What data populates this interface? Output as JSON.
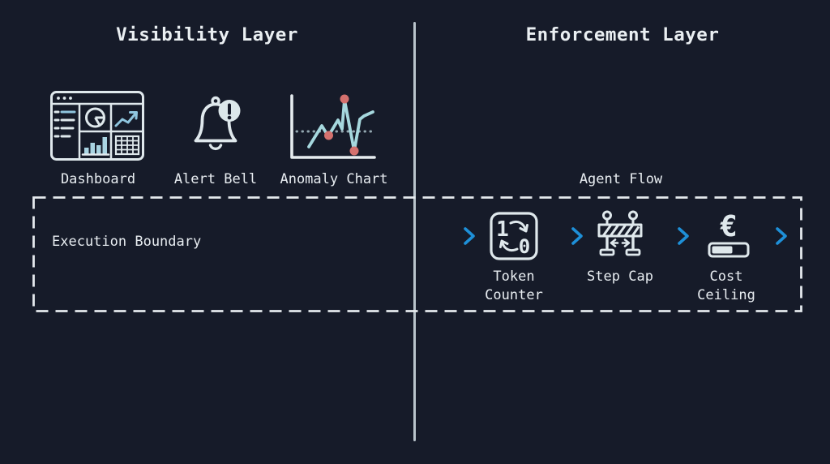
{
  "colors": {
    "background": "#161b29",
    "text": "#e8edf1",
    "icon_stroke": "#dfe8ec",
    "divider": "#b9c4cb",
    "dashed_border": "#e4e9ed",
    "arrow_blue": "#1e90d8",
    "arrow_blue_light": "#6fbade",
    "icon_accent_blue": "#8fc5de",
    "icon_bar_fill": "#a9d4e2",
    "anomaly_line": "#a6d8de",
    "anomaly_dot_red": "#d4716e",
    "badge_fill": "#dce7ea"
  },
  "visibility_layer": {
    "title": "Visibility Layer",
    "items": [
      {
        "icon": "dashboard-icon",
        "label": "Dashboard"
      },
      {
        "icon": "alert-bell-icon",
        "label": "Alert Bell"
      },
      {
        "icon": "anomaly-chart-icon",
        "label": "Anomaly Chart"
      }
    ]
  },
  "enforcement_layer": {
    "title": "Enforcement Layer",
    "flow_label": "Agent Flow",
    "steps": [
      {
        "name": "token-counter",
        "label_lines": [
          "Token",
          "Counter"
        ],
        "icon_digits": {
          "from": "1",
          "to": "0"
        }
      },
      {
        "name": "step-cap",
        "label_lines": [
          "Step Cap"
        ]
      },
      {
        "name": "cost-ceiling",
        "label_lines": [
          "Cost",
          "Ceiling"
        ],
        "currency_symbol": "€"
      }
    ]
  },
  "execution_boundary": {
    "label": "Execution Boundary"
  }
}
